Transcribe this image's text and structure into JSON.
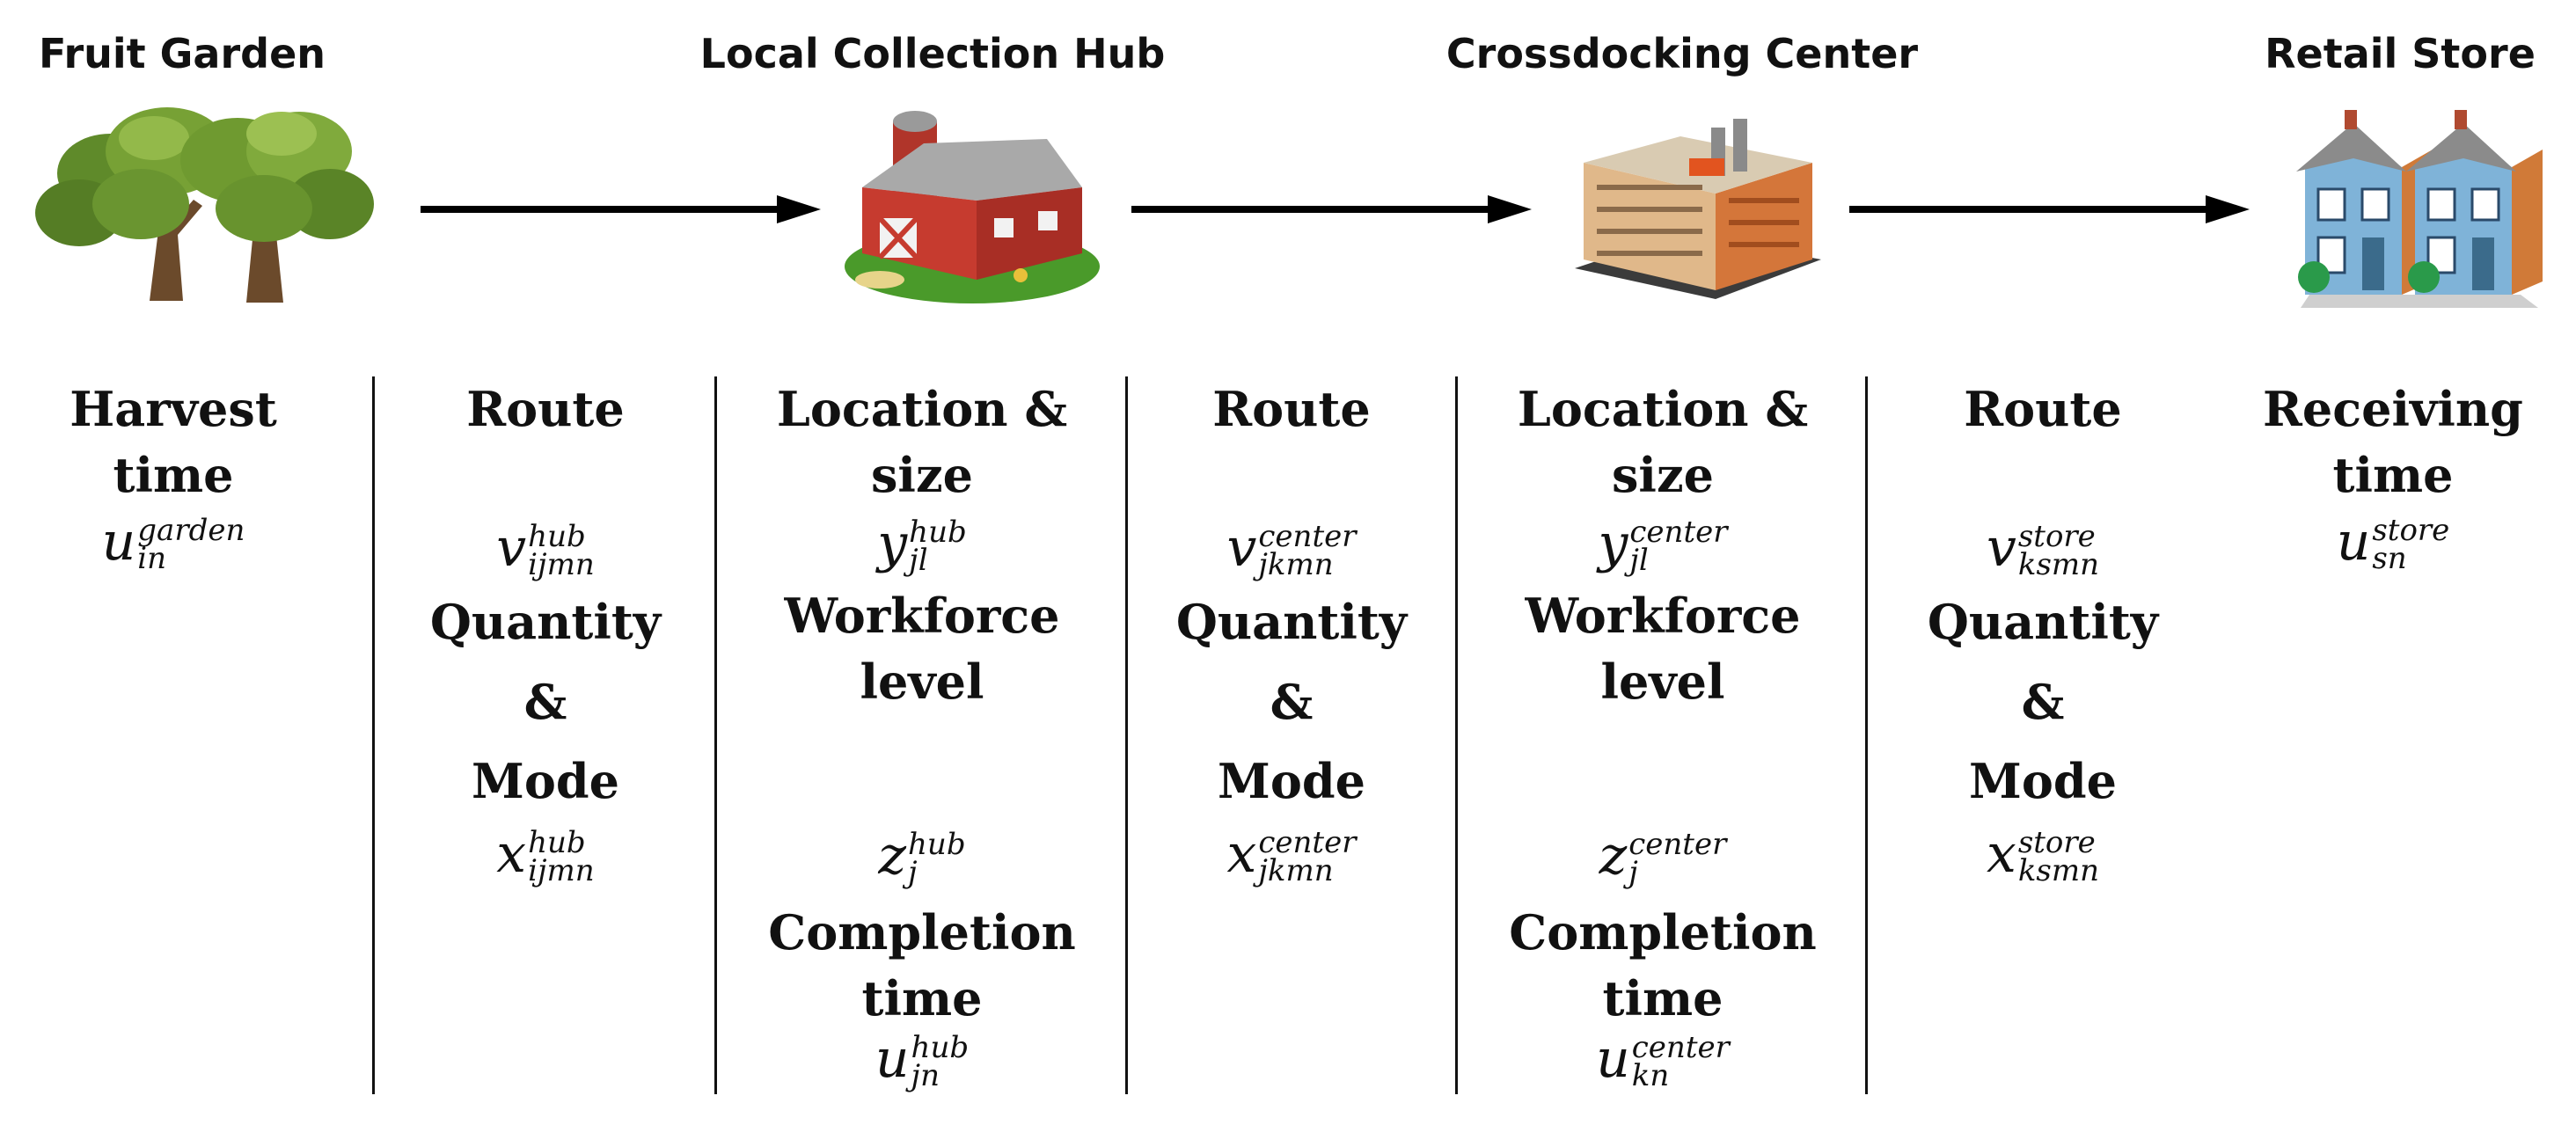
{
  "stages": [
    {
      "title": "Fruit Garden",
      "icon": "trees-icon"
    },
    {
      "title": "Local Collection Hub",
      "icon": "barn-icon"
    },
    {
      "title": "Crossdocking Center",
      "icon": "factory-icon"
    },
    {
      "title": "Retail Store",
      "icon": "houses-icon"
    }
  ],
  "columns": {
    "garden": {
      "label1": "Harvest time",
      "var1": {
        "base": "u",
        "sup": "garden",
        "sub": "in"
      }
    },
    "route_hub": {
      "label1": "Route",
      "var1": {
        "base": "v",
        "sup": "hub",
        "sub": "ijmn"
      },
      "label2": "Quantity",
      "label3": "&",
      "label4": "Mode",
      "var2": {
        "base": "x",
        "sup": "hub",
        "sub": "ijmn"
      }
    },
    "hub": {
      "label1": "Location & size",
      "var1": {
        "base": "y",
        "sup": "hub",
        "sub": "jl"
      },
      "label2": "Workforce level",
      "var2": {
        "base": "z",
        "sup": "hub",
        "sub": "j"
      },
      "label3": "Completion time",
      "var3": {
        "base": "u",
        "sup": "hub",
        "sub": "jn"
      }
    },
    "route_center": {
      "label1": "Route",
      "var1": {
        "base": "v",
        "sup": "center",
        "sub": "jkmn"
      },
      "label2": "Quantity",
      "label3": "&",
      "label4": "Mode",
      "var2": {
        "base": "x",
        "sup": "center",
        "sub": "jkmn"
      }
    },
    "center": {
      "label1": "Location & size",
      "var1": {
        "base": "y",
        "sup": "center",
        "sub": "jl"
      },
      "label2": "Workforce level",
      "var2": {
        "base": "z",
        "sup": "center",
        "sub": "j"
      },
      "label3": "Completion time",
      "var3": {
        "base": "u",
        "sup": "center",
        "sub": "kn"
      }
    },
    "route_store": {
      "label1": "Route",
      "var1": {
        "base": "v",
        "sup": "store",
        "sub": "ksmn"
      },
      "label2": "Quantity",
      "label3": "&",
      "label4": "Mode",
      "var2": {
        "base": "x",
        "sup": "store",
        "sub": "ksmn"
      }
    },
    "store": {
      "label1": "Receiving time",
      "var1": {
        "base": "u",
        "sup": "store",
        "sub": "sn"
      }
    }
  }
}
